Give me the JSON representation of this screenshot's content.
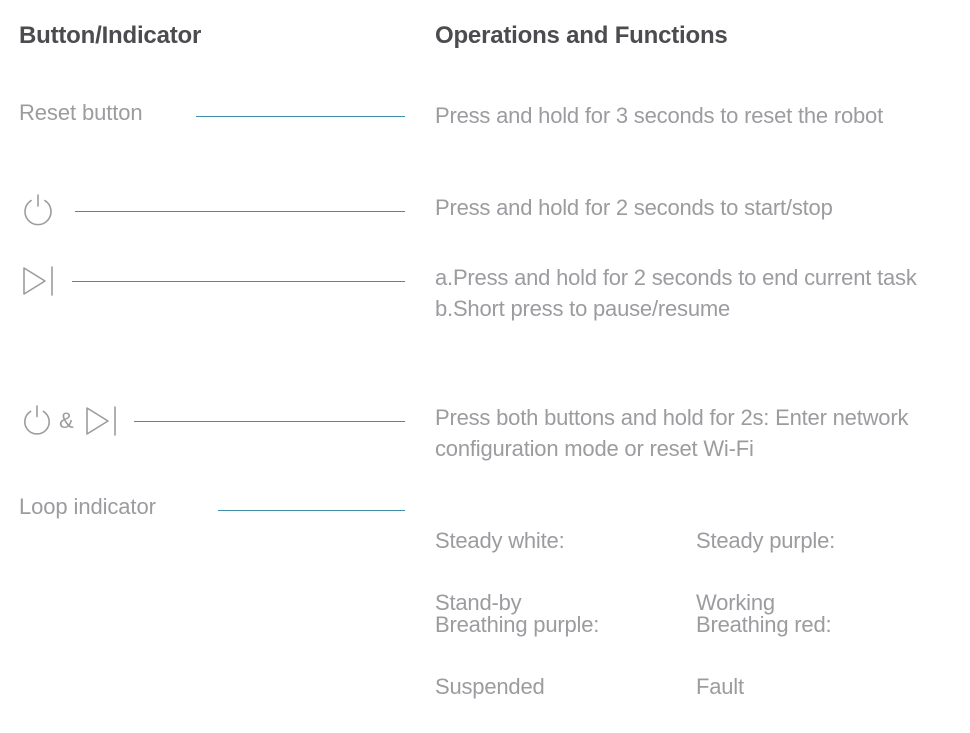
{
  "table": {
    "headers": {
      "left": "Button/Indicator",
      "right": "Operations and Functions"
    },
    "accent_line_color": "#3f8fa8",
    "text_color": "#9c9ca0",
    "header_color": "#4b4b50",
    "rows": [
      {
        "id": "reset",
        "label": "Reset button",
        "icon": null,
        "description": "Press and hold for 3 seconds to reset the robot"
      },
      {
        "id": "power",
        "label": "",
        "icon": "power-icon",
        "description": "Press and hold for 2 seconds to start/stop"
      },
      {
        "id": "play",
        "label": "",
        "icon": "play-pause-icon",
        "items": [
          "a.Press and hold for 2 seconds to end current task",
          "b.Short press to pause/resume"
        ]
      },
      {
        "id": "combo",
        "label": "",
        "icons": [
          "power-icon",
          "play-pause-icon"
        ],
        "separator": "&",
        "description": "Press both buttons and hold for 2s: Enter network configuration mode or reset Wi-Fi"
      },
      {
        "id": "loop",
        "label": "Loop indicator",
        "icon": null,
        "indicator_states": [
          {
            "state": "Steady white:",
            "meaning": "Stand-by"
          },
          {
            "state": "Steady purple:",
            "meaning": "Working"
          },
          {
            "state": "Breathing purple:",
            "meaning": "Suspended"
          },
          {
            "state": "Breathing red:",
            "meaning": "Fault"
          }
        ]
      }
    ]
  }
}
